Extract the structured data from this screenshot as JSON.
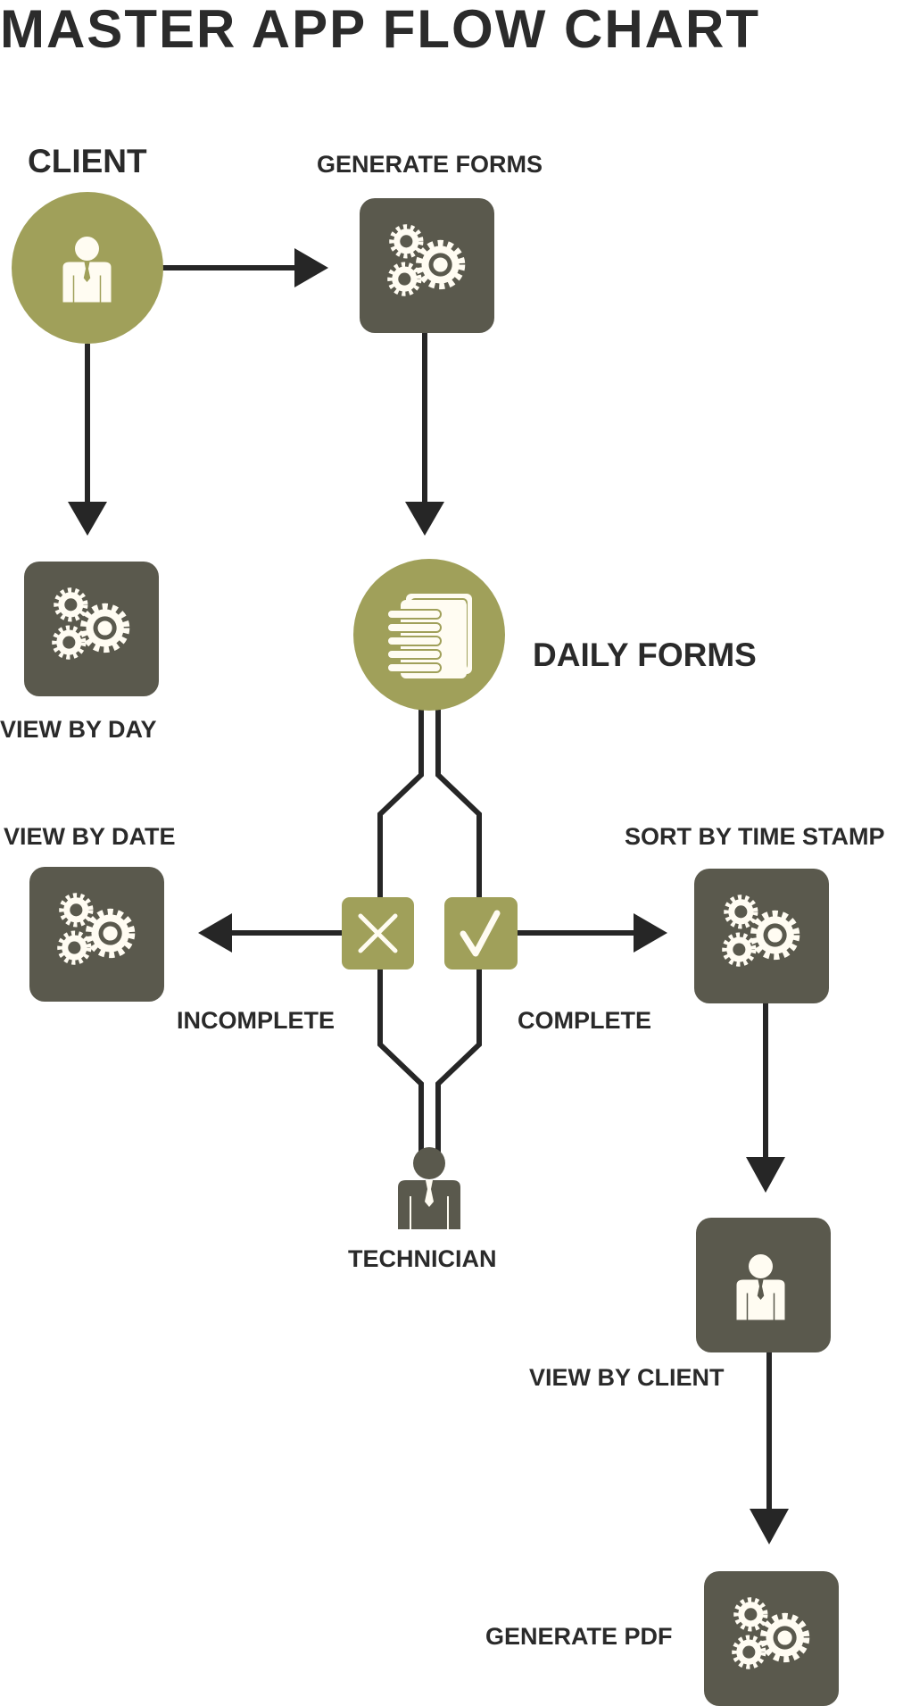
{
  "title": "MASTER APP FLOW CHART",
  "nodes": {
    "client": "CLIENT",
    "generate_forms": "GENERATE FORMS",
    "view_by_day": "VIEW BY DAY",
    "daily_forms": "DAILY FORMS",
    "view_by_date": "VIEW BY DATE",
    "sort_by_time_stamp": "SORT BY TIME STAMP",
    "incomplete": "INCOMPLETE",
    "complete": "COMPLETE",
    "technician": "TECHNICIAN",
    "view_by_client": "VIEW BY CLIENT",
    "generate_pdf": "GENERATE PDF"
  },
  "colors": {
    "olive": "#a0a05a",
    "dark_box": "#5a594d",
    "line": "#262626",
    "icon_fill": "#fffcf2",
    "text": "#2a2a2a"
  },
  "icons": [
    "person-icon",
    "gears-icon",
    "documents-icon",
    "x-icon",
    "check-icon"
  ]
}
